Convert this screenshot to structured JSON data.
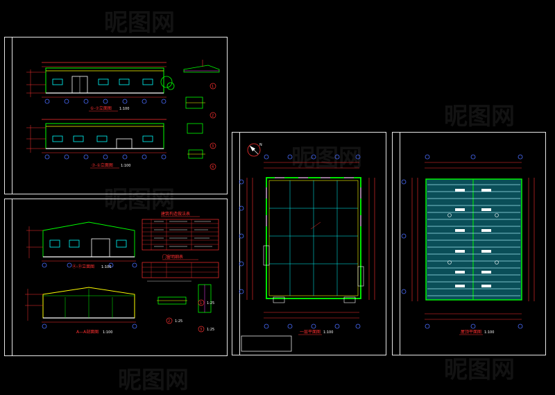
{
  "drawing": {
    "colors": {
      "background": "#000000",
      "frame": "#e8e8e8",
      "wall": "#ffff00",
      "outline": "#00ff00",
      "dimension": "#ff3030",
      "axis": "#4a6cff",
      "grid": "#00ffff",
      "white": "#ffffff",
      "magenta": "#ff40ff"
    },
    "watermark": "昵图网",
    "sheet1": {
      "elevation_top_title": "①-⑦立面图",
      "elevation_top_scale": "1:100",
      "elevation_bottom_title": "⑦-①立面图",
      "elevation_bottom_scale": "1:100",
      "detail_markers": [
        "1",
        "2",
        "3",
        "4"
      ]
    },
    "sheet2": {
      "elevation_title": "Ⓐ-Ⓓ立面图",
      "elevation_scale": "1:100",
      "schedule_title": "建筑构造做法表",
      "door_window_title": "门窗明细表",
      "section_title": "A—A剖面图",
      "section_scale": "1:100",
      "detail_scale_a": "1:25",
      "detail_scale_b": "1:25",
      "detail_scale_c": "1:25",
      "detail_markers": [
        "1",
        "2",
        "3"
      ]
    },
    "sheet3": {
      "plan_title": "一层平面图",
      "plan_scale": "1:100",
      "north_label": "N"
    },
    "sheet4": {
      "roof_title": "屋顶平面图",
      "roof_scale": "1:100"
    }
  }
}
